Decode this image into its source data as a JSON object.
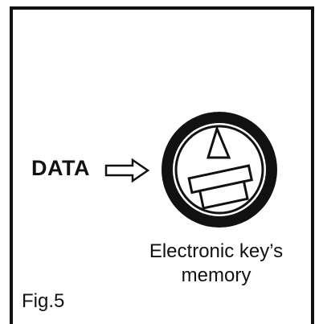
{
  "figure": {
    "data_label": "DATA",
    "caption_line1": "Electronic key’s",
    "caption_line2": "memory",
    "fig_label": "Fig.5"
  },
  "colors": {
    "ink": "#111111",
    "background": "#ffffff"
  },
  "icons": {
    "arrow": "hollow-arrow-right-icon",
    "key_memory": "key-memory-disc-icon"
  }
}
